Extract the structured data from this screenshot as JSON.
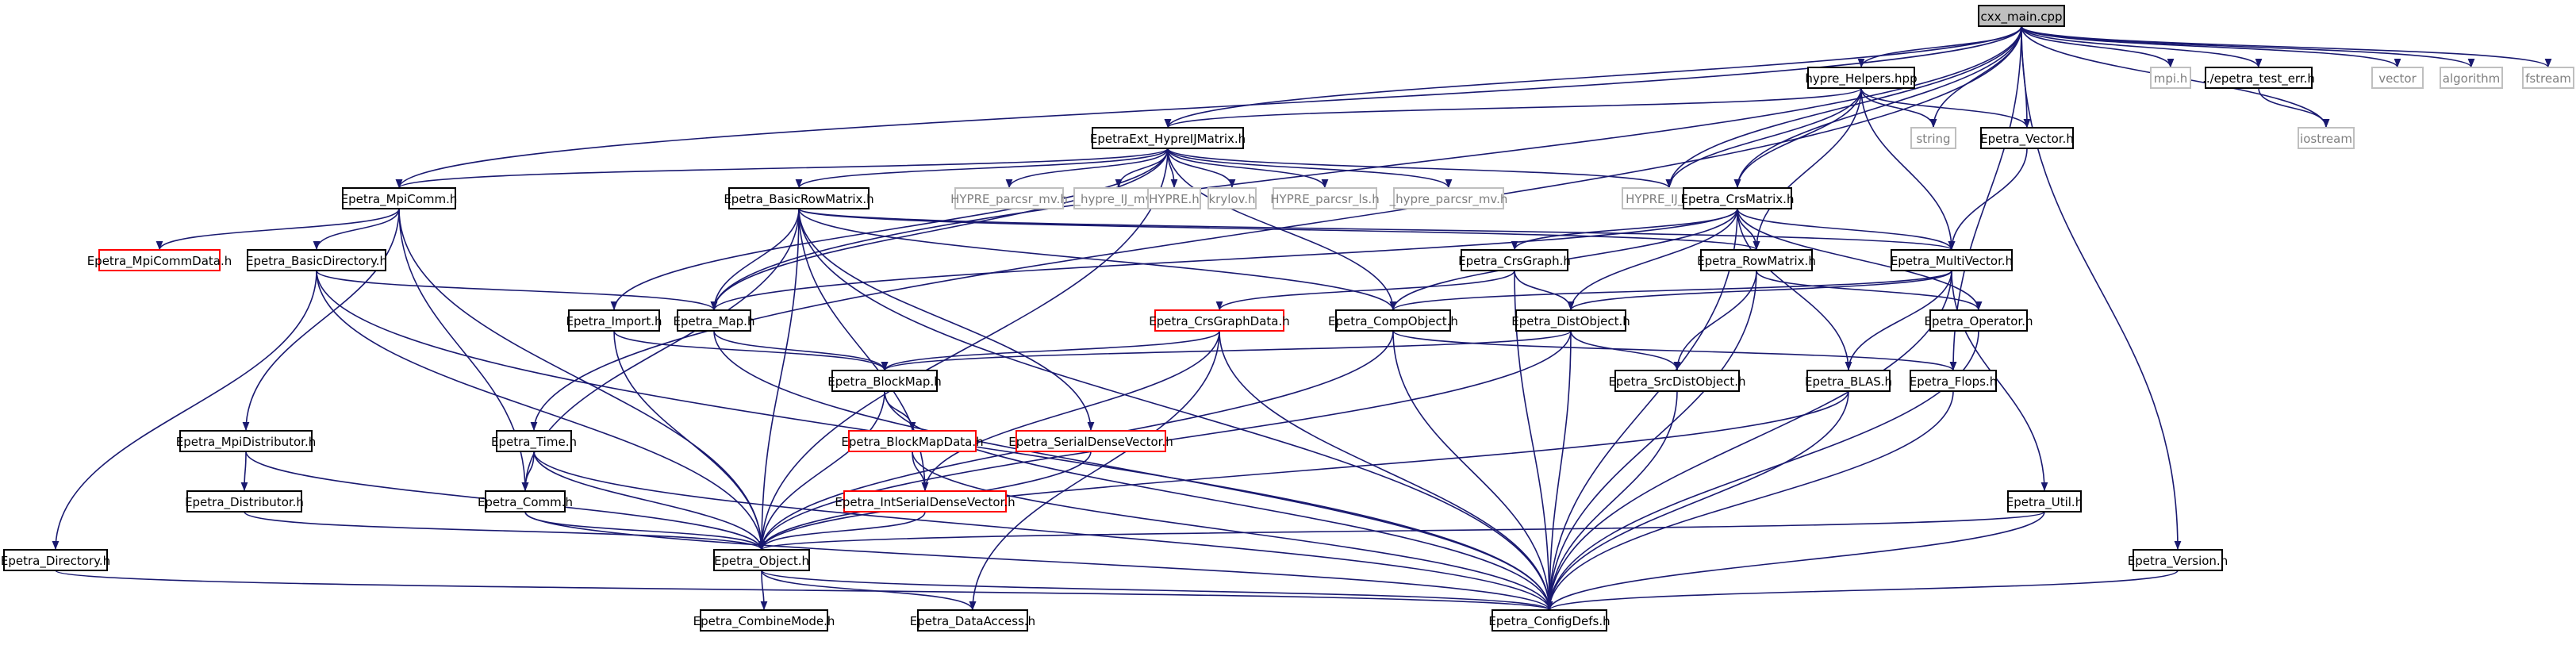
{
  "diagram": {
    "colors": {
      "edge": "#191970",
      "border_documented": "#000000",
      "border_undocumented": "#bfbfbf",
      "border_truncated": "#ff0000",
      "root_fill": "#bfbfbf",
      "text_documented": "#000000",
      "text_undocumented": "#7f7f7f"
    },
    "nodes": [
      {
        "id": "cxx_main",
        "label": "cxx_main.cpp",
        "kind": "root"
      },
      {
        "id": "hypre_helpers",
        "label": "hypre_Helpers.hpp",
        "kind": "documented"
      },
      {
        "id": "mpi_h",
        "label": "mpi.h",
        "kind": "undocumented"
      },
      {
        "id": "epetra_test_err",
        "label": "../epetra_test_err.h",
        "kind": "documented"
      },
      {
        "id": "vector",
        "label": "vector",
        "kind": "undocumented"
      },
      {
        "id": "algorithm",
        "label": "algorithm",
        "kind": "undocumented"
      },
      {
        "id": "fstream",
        "label": "fstream",
        "kind": "undocumented"
      },
      {
        "id": "ext_hypre",
        "label": "EpetraExt_HypreIJMatrix.h",
        "kind": "documented"
      },
      {
        "id": "string",
        "label": "string",
        "kind": "undocumented"
      },
      {
        "id": "epetra_vector",
        "label": "Epetra_Vector.h",
        "kind": "documented"
      },
      {
        "id": "iostream",
        "label": "iostream",
        "kind": "undocumented"
      },
      {
        "id": "epetra_mpicomm",
        "label": "Epetra_MpiComm.h",
        "kind": "documented"
      },
      {
        "id": "basicrowmatrix",
        "label": "Epetra_BasicRowMatrix.h",
        "kind": "documented"
      },
      {
        "id": "hypre_parcsr_mv",
        "label": "HYPRE_parcsr_mv.h",
        "kind": "undocumented"
      },
      {
        "id": "_hypre_ij_mv",
        "label": "_hypre_IJ_mv.h",
        "kind": "undocumented"
      },
      {
        "id": "hypre_h",
        "label": "HYPRE.h",
        "kind": "undocumented"
      },
      {
        "id": "krylov",
        "label": "krylov.h",
        "kind": "undocumented"
      },
      {
        "id": "hypre_parcsr_ls",
        "label": "HYPRE_parcsr_ls.h",
        "kind": "undocumented"
      },
      {
        "id": "_hypre_parcsr_mv",
        "label": "_hypre_parcsr_mv.h",
        "kind": "undocumented"
      },
      {
        "id": "hypre_ij_mv",
        "label": "HYPRE_IJ_mv.h",
        "kind": "undocumented"
      },
      {
        "id": "crsmatrix",
        "label": "Epetra_CrsMatrix.h",
        "kind": "documented"
      },
      {
        "id": "mpicommdata",
        "label": "Epetra_MpiCommData.h",
        "kind": "truncated"
      },
      {
        "id": "basicdirectory",
        "label": "Epetra_BasicDirectory.h",
        "kind": "documented"
      },
      {
        "id": "crsgraph",
        "label": "Epetra_CrsGraph.h",
        "kind": "documented"
      },
      {
        "id": "rowmatrix",
        "label": "Epetra_RowMatrix.h",
        "kind": "documented"
      },
      {
        "id": "multivector",
        "label": "Epetra_MultiVector.h",
        "kind": "documented"
      },
      {
        "id": "import",
        "label": "Epetra_Import.h",
        "kind": "documented"
      },
      {
        "id": "map",
        "label": "Epetra_Map.h",
        "kind": "documented"
      },
      {
        "id": "crsgraphdata",
        "label": "Epetra_CrsGraphData.h",
        "kind": "truncated"
      },
      {
        "id": "compobject",
        "label": "Epetra_CompObject.h",
        "kind": "documented"
      },
      {
        "id": "distobject",
        "label": "Epetra_DistObject.h",
        "kind": "documented"
      },
      {
        "id": "operator",
        "label": "Epetra_Operator.h",
        "kind": "documented"
      },
      {
        "id": "blockmap",
        "label": "Epetra_BlockMap.h",
        "kind": "documented"
      },
      {
        "id": "srcdistobject",
        "label": "Epetra_SrcDistObject.h",
        "kind": "documented"
      },
      {
        "id": "blas",
        "label": "Epetra_BLAS.h",
        "kind": "documented"
      },
      {
        "id": "flops",
        "label": "Epetra_Flops.h",
        "kind": "documented"
      },
      {
        "id": "mpidistributor",
        "label": "Epetra_MpiDistributor.h",
        "kind": "documented"
      },
      {
        "id": "time",
        "label": "Epetra_Time.h",
        "kind": "documented"
      },
      {
        "id": "blockmapdata",
        "label": "Epetra_BlockMapData.h",
        "kind": "truncated"
      },
      {
        "id": "serialdensevector",
        "label": "Epetra_SerialDenseVector.h",
        "kind": "truncated"
      },
      {
        "id": "distributor",
        "label": "Epetra_Distributor.h",
        "kind": "documented"
      },
      {
        "id": "comm",
        "label": "Epetra_Comm.h",
        "kind": "documented"
      },
      {
        "id": "intserialdensevector",
        "label": "Epetra_IntSerialDenseVector.h",
        "kind": "truncated"
      },
      {
        "id": "util",
        "label": "Epetra_Util.h",
        "kind": "documented"
      },
      {
        "id": "directory",
        "label": "Epetra_Directory.h",
        "kind": "documented"
      },
      {
        "id": "object",
        "label": "Epetra_Object.h",
        "kind": "documented"
      },
      {
        "id": "version",
        "label": "Epetra_Version.h",
        "kind": "documented"
      },
      {
        "id": "combinemode",
        "label": "Epetra_CombineMode.h",
        "kind": "documented"
      },
      {
        "id": "dataaccess",
        "label": "Epetra_DataAccess.h",
        "kind": "documented"
      },
      {
        "id": "configdefs",
        "label": "Epetra_ConfigDefs.h",
        "kind": "documented"
      }
    ],
    "edges": [
      [
        "cxx_main",
        "hypre_helpers"
      ],
      [
        "cxx_main",
        "mpi_h"
      ],
      [
        "cxx_main",
        "epetra_test_err"
      ],
      [
        "cxx_main",
        "vector"
      ],
      [
        "cxx_main",
        "algorithm"
      ],
      [
        "cxx_main",
        "fstream"
      ],
      [
        "cxx_main",
        "ext_hypre"
      ],
      [
        "cxx_main",
        "string"
      ],
      [
        "cxx_main",
        "epetra_vector"
      ],
      [
        "cxx_main",
        "iostream"
      ],
      [
        "cxx_main",
        "epetra_mpicomm"
      ],
      [
        "cxx_main",
        "hypre_ij_mv"
      ],
      [
        "cxx_main",
        "crsmatrix"
      ],
      [
        "cxx_main",
        "map"
      ],
      [
        "cxx_main",
        "time"
      ],
      [
        "cxx_main",
        "flops"
      ],
      [
        "cxx_main",
        "version"
      ],
      [
        "hypre_helpers",
        "ext_hypre"
      ],
      [
        "hypre_helpers",
        "string"
      ],
      [
        "hypre_helpers",
        "epetra_vector"
      ],
      [
        "hypre_helpers",
        "hypre_ij_mv"
      ],
      [
        "hypre_helpers",
        "crsmatrix"
      ],
      [
        "hypre_helpers",
        "rowmatrix"
      ],
      [
        "hypre_helpers",
        "multivector"
      ],
      [
        "epetra_test_err",
        "iostream"
      ],
      [
        "epetra_vector",
        "multivector"
      ],
      [
        "ext_hypre",
        "epetra_mpicomm"
      ],
      [
        "ext_hypre",
        "basicrowmatrix"
      ],
      [
        "ext_hypre",
        "hypre_parcsr_mv"
      ],
      [
        "ext_hypre",
        "_hypre_ij_mv"
      ],
      [
        "ext_hypre",
        "hypre_h"
      ],
      [
        "ext_hypre",
        "krylov"
      ],
      [
        "ext_hypre",
        "hypre_parcsr_ls"
      ],
      [
        "ext_hypre",
        "_hypre_parcsr_mv"
      ],
      [
        "ext_hypre",
        "hypre_ij_mv"
      ],
      [
        "ext_hypre",
        "import"
      ],
      [
        "ext_hypre",
        "map"
      ],
      [
        "ext_hypre",
        "compobject"
      ],
      [
        "ext_hypre",
        "object"
      ],
      [
        "epetra_mpicomm",
        "mpicommdata"
      ],
      [
        "epetra_mpicomm",
        "basicdirectory"
      ],
      [
        "epetra_mpicomm",
        "mpidistributor"
      ],
      [
        "epetra_mpicomm",
        "comm"
      ],
      [
        "epetra_mpicomm",
        "object"
      ],
      [
        "basicrowmatrix",
        "map"
      ],
      [
        "basicrowmatrix",
        "rowmatrix"
      ],
      [
        "basicrowmatrix",
        "multivector"
      ],
      [
        "basicrowmatrix",
        "compobject"
      ],
      [
        "basicrowmatrix",
        "serialdensevector"
      ],
      [
        "basicrowmatrix",
        "intserialdensevector"
      ],
      [
        "basicrowmatrix",
        "comm"
      ],
      [
        "basicrowmatrix",
        "object"
      ],
      [
        "basicrowmatrix",
        "configdefs"
      ],
      [
        "crsmatrix",
        "crsgraph"
      ],
      [
        "crsmatrix",
        "rowmatrix"
      ],
      [
        "crsmatrix",
        "multivector"
      ],
      [
        "crsmatrix",
        "compobject"
      ],
      [
        "crsmatrix",
        "distobject"
      ],
      [
        "crsmatrix",
        "operator"
      ],
      [
        "crsmatrix",
        "blas"
      ],
      [
        "crsmatrix",
        "map"
      ],
      [
        "crsmatrix",
        "configdefs"
      ],
      [
        "basicdirectory",
        "map"
      ],
      [
        "basicdirectory",
        "directory"
      ],
      [
        "basicdirectory",
        "object"
      ],
      [
        "basicdirectory",
        "configdefs"
      ],
      [
        "crsgraph",
        "crsgraphdata"
      ],
      [
        "crsgraph",
        "distobject"
      ],
      [
        "crsgraph",
        "configdefs"
      ],
      [
        "rowmatrix",
        "operator"
      ],
      [
        "rowmatrix",
        "srcdistobject"
      ],
      [
        "rowmatrix",
        "configdefs"
      ],
      [
        "multivector",
        "compobject"
      ],
      [
        "multivector",
        "distobject"
      ],
      [
        "multivector",
        "blas"
      ],
      [
        "multivector",
        "util"
      ],
      [
        "multivector",
        "configdefs"
      ],
      [
        "import",
        "blockmap"
      ],
      [
        "import",
        "object"
      ],
      [
        "map",
        "blockmap"
      ],
      [
        "map",
        "configdefs"
      ],
      [
        "crsgraphdata",
        "blockmap"
      ],
      [
        "crsgraphdata",
        "intserialdensevector"
      ],
      [
        "crsgraphdata",
        "dataaccess"
      ],
      [
        "crsgraphdata",
        "configdefs"
      ],
      [
        "compobject",
        "flops"
      ],
      [
        "compobject",
        "object"
      ],
      [
        "compobject",
        "configdefs"
      ],
      [
        "distobject",
        "blockmap"
      ],
      [
        "distobject",
        "srcdistobject"
      ],
      [
        "distobject",
        "object"
      ],
      [
        "distobject",
        "configdefs"
      ],
      [
        "operator",
        "configdefs"
      ],
      [
        "blockmap",
        "blockmapdata"
      ],
      [
        "blockmap",
        "object"
      ],
      [
        "blockmap",
        "configdefs"
      ],
      [
        "srcdistobject",
        "configdefs"
      ],
      [
        "blas",
        "object"
      ],
      [
        "blas",
        "configdefs"
      ],
      [
        "flops",
        "configdefs"
      ],
      [
        "mpidistributor",
        "distributor"
      ],
      [
        "mpidistributor",
        "object"
      ],
      [
        "time",
        "comm"
      ],
      [
        "time",
        "object"
      ],
      [
        "time",
        "configdefs"
      ],
      [
        "blockmapdata",
        "intserialdensevector"
      ],
      [
        "blockmapdata",
        "configdefs"
      ],
      [
        "serialdensevector",
        "object"
      ],
      [
        "distributor",
        "object"
      ],
      [
        "comm",
        "object"
      ],
      [
        "comm",
        "configdefs"
      ],
      [
        "intserialdensevector",
        "object"
      ],
      [
        "util",
        "object"
      ],
      [
        "util",
        "configdefs"
      ],
      [
        "directory",
        "configdefs"
      ],
      [
        "object",
        "combinemode"
      ],
      [
        "object",
        "dataaccess"
      ],
      [
        "object",
        "configdefs"
      ],
      [
        "version",
        "configdefs"
      ]
    ]
  }
}
